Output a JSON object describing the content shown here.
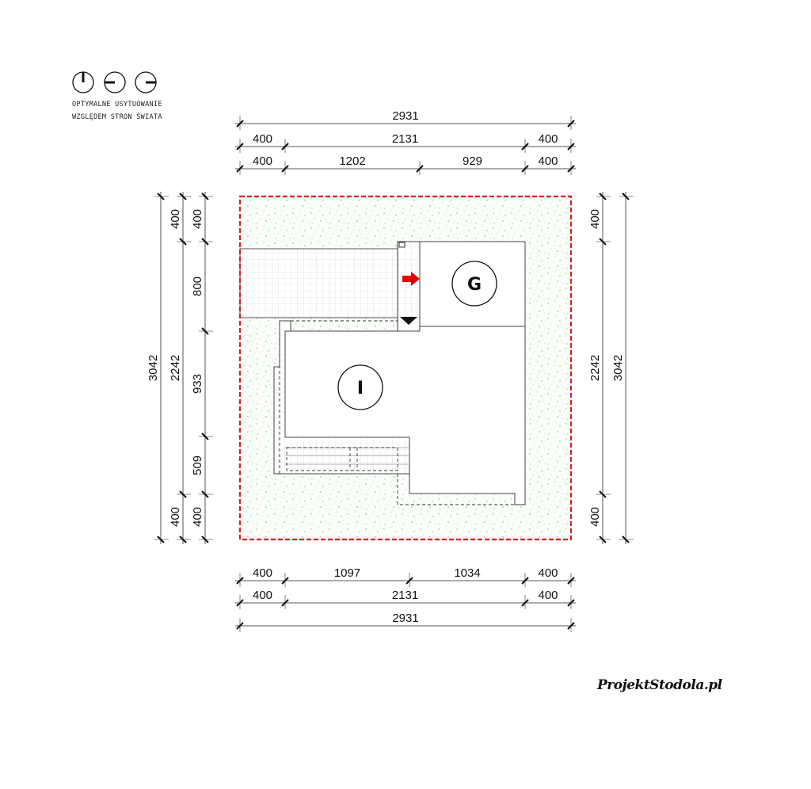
{
  "legend": {
    "line1": "OPTYMALNE USYTUOWANIE",
    "line2": "WZGLĘDEM STRON ŚWIATA",
    "icons": [
      "orientation-north-icon",
      "orientation-west-icon",
      "orientation-east-icon"
    ]
  },
  "dimensions": {
    "top": {
      "overall": [
        "2931"
      ],
      "middle": [
        "400",
        "2131",
        "400"
      ],
      "inner": [
        "400",
        "1202",
        "929",
        "400"
      ]
    },
    "bottom": {
      "inner": [
        "400",
        "1097",
        "1034",
        "400"
      ],
      "middle": [
        "400",
        "2131",
        "400"
      ],
      "overall": [
        "2931"
      ]
    },
    "left": {
      "overall": [
        "3042"
      ],
      "middle": [
        "400",
        "2242",
        "400"
      ],
      "inner": [
        "400",
        "800",
        "933",
        "509",
        "400"
      ]
    },
    "right": {
      "middle": [
        "400",
        "2242",
        "400"
      ],
      "overall": [
        "3042"
      ]
    }
  },
  "rooms": {
    "garage": "G",
    "house": "I"
  },
  "logo": "ProjektStodola.pl",
  "colors": {
    "plot_border": "#d42020",
    "grass_dots": "#6cc66c",
    "entrance_arrow": "#e00000",
    "lines": "#333333"
  }
}
